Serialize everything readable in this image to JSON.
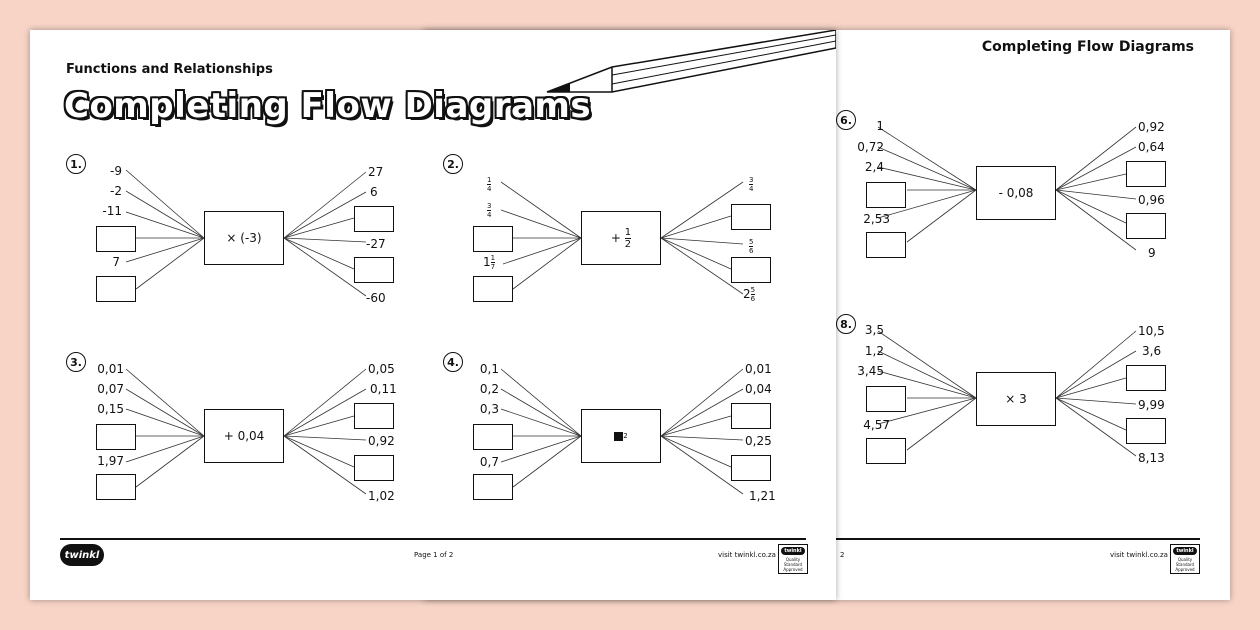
{
  "front": {
    "subtitle": "Functions and Relationships",
    "title": "Completing Flow Diagrams",
    "footer_page": "Page 1 of 2",
    "footer_site": "visit twinkl.co.za",
    "logo": "twinkl"
  },
  "back": {
    "title": "Completing Flow Diagrams",
    "footer_page": "2",
    "footer_site": "visit twinkl.co.za"
  },
  "badge": {
    "brand": "twinkl",
    "text": "Quality Standard Approved"
  },
  "problems": {
    "p1": {
      "num": "1.",
      "rule": "× (-3)",
      "in": [
        "-9",
        "-2",
        "-11",
        "7"
      ],
      "out": [
        "27",
        "6",
        "-27",
        "-60"
      ]
    },
    "p2": {
      "num": "2.",
      "rule_prefix": "+",
      "rule_n": "1",
      "rule_d": "2",
      "in_a_n": "1",
      "in_a_d": "4",
      "in_b_n": "3",
      "in_b_d": "4",
      "in_c_w": "1",
      "in_c_n": "1",
      "in_c_d": "7",
      "out_a_n": "3",
      "out_a_d": "4",
      "out_b_n": "5",
      "out_b_d": "6",
      "out_c_w": "2",
      "out_c_n": "5",
      "out_c_d": "6"
    },
    "p3": {
      "num": "3.",
      "rule": "+ 0,04",
      "in": [
        "0,01",
        "0,07",
        "0,15",
        "1,97"
      ],
      "out": [
        "0,05",
        "0,11",
        "0,92",
        "1,02"
      ]
    },
    "p4": {
      "num": "4.",
      "rule_exp": "2",
      "in": [
        "0,1",
        "0,2",
        "0,3",
        "0,7"
      ],
      "out": [
        "0,01",
        "0,04",
        "0,25",
        "1,21"
      ]
    },
    "p6": {
      "num": "6.",
      "rule": "- 0,08",
      "in": [
        "1",
        "0,72",
        "2,4",
        "2,53"
      ],
      "out": [
        "0,92",
        "0,64",
        "0,96",
        "9"
      ]
    },
    "p8": {
      "num": "8.",
      "rule": "× 3",
      "in": [
        "3,5",
        "1,2",
        "3,45",
        "4,57"
      ],
      "out": [
        "10,5",
        "3,6",
        "9,99",
        "8,13"
      ]
    }
  }
}
